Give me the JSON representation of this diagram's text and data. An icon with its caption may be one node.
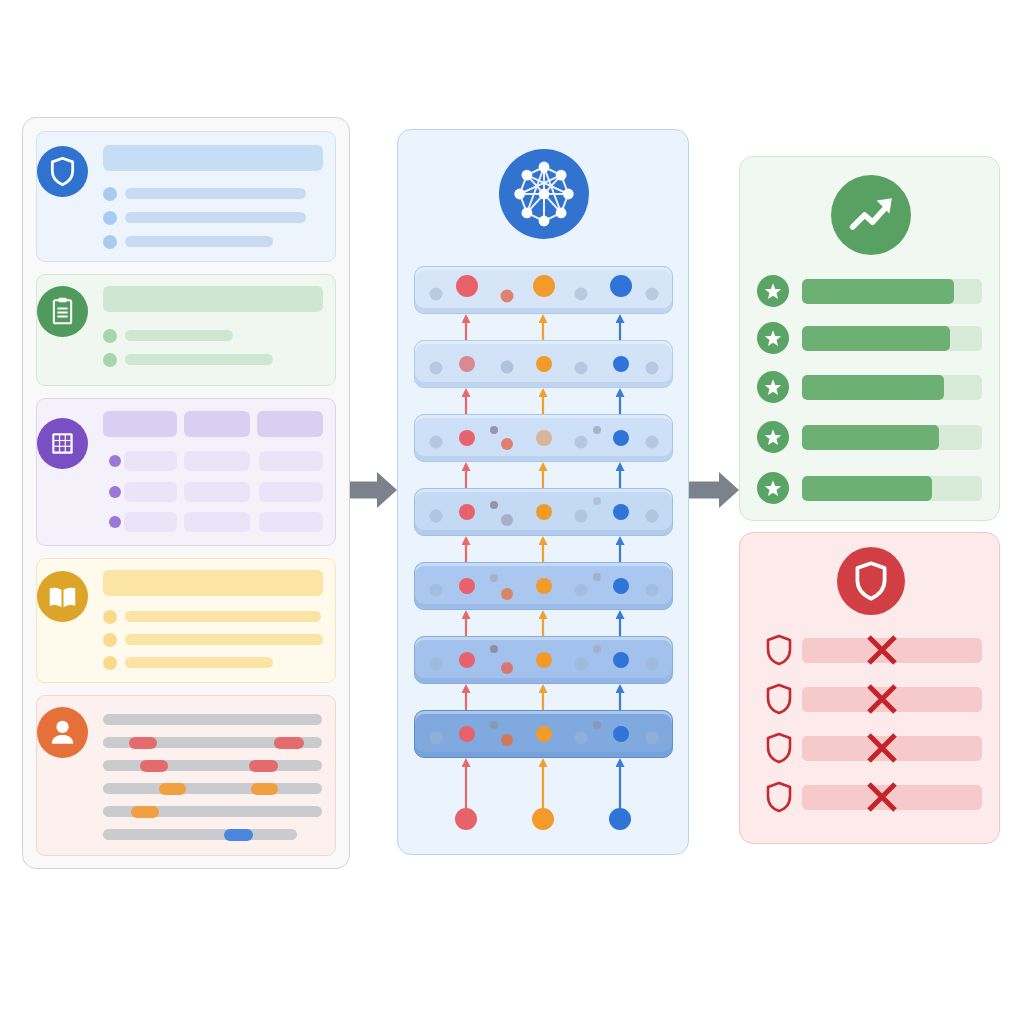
{
  "diagram": {
    "nodes": [
      {
        "text": [],
        "shape": "box"
      },
      {
        "text": [],
        "shape": "box",
        "in": 0
      },
      {
        "text": [],
        "shape": "box",
        "in": 0
      },
      {
        "text": [],
        "shape": "box",
        "in": 0
      },
      {
        "text": [],
        "shape": "box",
        "in": 0
      },
      {
        "text": [],
        "shape": "box",
        "in": 0
      },
      {
        "text": [],
        "shape": "box"
      },
      {
        "text": [],
        "shape": "bar",
        "in": 6
      },
      {
        "text": [],
        "shape": "bar",
        "in": 6
      },
      {
        "text": [],
        "shape": "bar",
        "in": 6
      },
      {
        "text": [],
        "shape": "bar",
        "in": 6
      },
      {
        "text": [],
        "shape": "bar",
        "in": 6
      },
      {
        "text": [],
        "shape": "bar",
        "in": 6
      },
      {
        "text": [],
        "shape": "bar",
        "in": 6
      },
      {
        "text": [],
        "shape": "circle",
        "in": 6
      },
      {
        "text": [],
        "shape": "circle",
        "in": 6
      },
      {
        "text": [],
        "shape": "circle",
        "in": 6
      },
      {
        "text": [],
        "shape": "box"
      },
      {
        "text": [],
        "shape": "box"
      }
    ],
    "edges": [
      {
        "from": 0,
        "to": 6,
        "arrow": "to",
        "style": "thick",
        "color": "#7b828c"
      },
      {
        "from": 6,
        "to": 17,
        "arrow": "to",
        "style": "thick",
        "color": "#7b828c"
      },
      {
        "from": 14,
        "to": 13,
        "arrow": "to",
        "color": "#e46a6e"
      },
      {
        "from": 13,
        "to": 12,
        "arrow": "to",
        "color": "#e46a6e"
      },
      {
        "from": 12,
        "to": 11,
        "arrow": "to",
        "color": "#e46a6e"
      },
      {
        "from": 11,
        "to": 10,
        "arrow": "to",
        "color": "#e46a6e"
      },
      {
        "from": 10,
        "to": 9,
        "arrow": "to",
        "color": "#e46a6e"
      },
      {
        "from": 9,
        "to": 8,
        "arrow": "to",
        "color": "#e46a6e"
      },
      {
        "from": 8,
        "to": 7,
        "arrow": "to",
        "color": "#e46a6e"
      },
      {
        "from": 15,
        "to": 13,
        "arrow": "to",
        "color": "#f0a030"
      },
      {
        "from": 13,
        "to": 12,
        "arrow": "to",
        "color": "#f0a030"
      },
      {
        "from": 12,
        "to": 11,
        "arrow": "to",
        "color": "#f0a030"
      },
      {
        "from": 11,
        "to": 10,
        "arrow": "to",
        "color": "#f0a030"
      },
      {
        "from": 10,
        "to": 9,
        "arrow": "to",
        "color": "#f0a030"
      },
      {
        "from": 9,
        "to": 8,
        "arrow": "to",
        "color": "#f0a030"
      },
      {
        "from": 8,
        "to": 7,
        "arrow": "to",
        "color": "#f0a030"
      },
      {
        "from": 16,
        "to": 13,
        "arrow": "to",
        "color": "#3a7bd9"
      },
      {
        "from": 13,
        "to": 12,
        "arrow": "to",
        "color": "#3a7bd9"
      },
      {
        "from": 12,
        "to": 11,
        "arrow": "to",
        "color": "#3a7bd9"
      },
      {
        "from": 11,
        "to": 10,
        "arrow": "to",
        "color": "#3a7bd9"
      },
      {
        "from": 10,
        "to": 9,
        "arrow": "to",
        "color": "#3a7bd9"
      },
      {
        "from": 9,
        "to": 8,
        "arrow": "to",
        "color": "#3a7bd9"
      },
      {
        "from": 8,
        "to": 7,
        "arrow": "to",
        "color": "#3a7bd9"
      }
    ]
  }
}
